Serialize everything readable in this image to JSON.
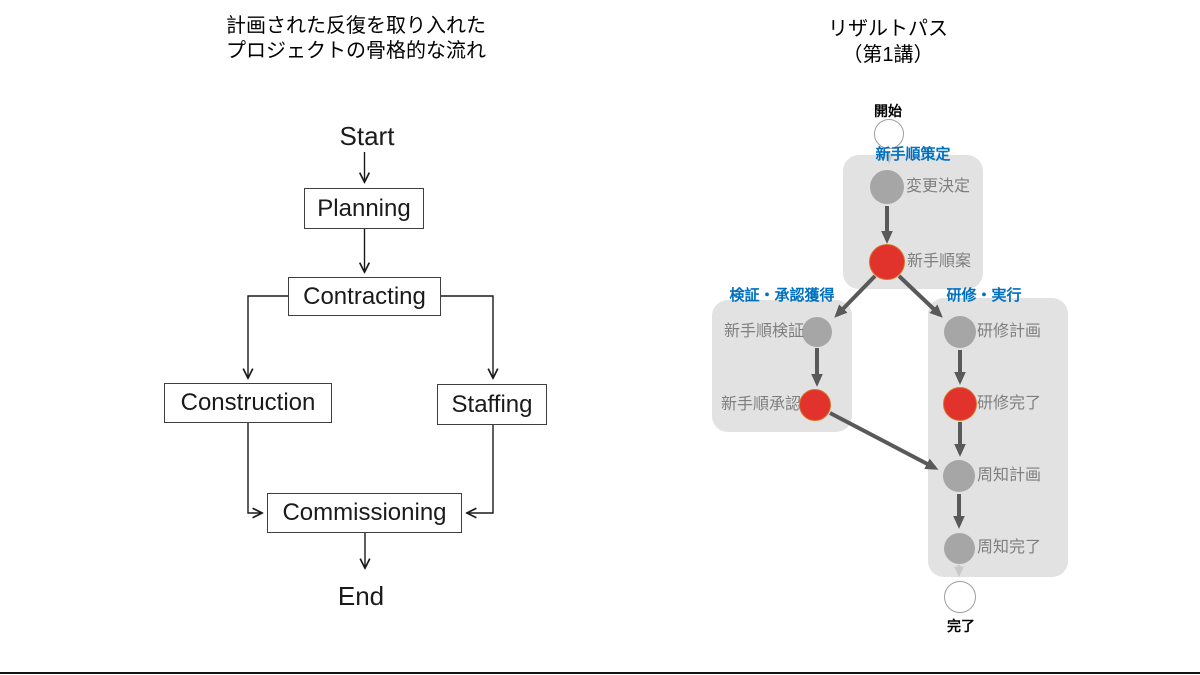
{
  "left_diagram": {
    "title_line1": "計画された反復を取り入れた",
    "title_line2": "プロジェクトの骨格的な流れ",
    "start_label": "Start",
    "end_label": "End",
    "boxes": [
      {
        "id": "planning",
        "label": "Planning"
      },
      {
        "id": "contracting",
        "label": "Contracting"
      },
      {
        "id": "construction",
        "label": "Construction"
      },
      {
        "id": "staffing",
        "label": "Staffing"
      },
      {
        "id": "commissioning",
        "label": "Commissioning"
      }
    ],
    "edges": [
      "Start→Planning",
      "Planning→Contracting",
      "Contracting→Construction",
      "Contracting→Staffing",
      "Construction→Commissioning",
      "Staffing→Commissioning",
      "Commissioning→End"
    ]
  },
  "right_diagram": {
    "title_line1": "リザルトパス",
    "title_line2": "（第1講）",
    "start_label": "開始",
    "end_label": "完了",
    "groups": [
      {
        "label": "新手順策定"
      },
      {
        "label": "検証・承認獲得"
      },
      {
        "label": "研修・実行"
      }
    ],
    "nodes": [
      {
        "label": "変更決定",
        "state": "gray"
      },
      {
        "label": "新手順案",
        "state": "red"
      },
      {
        "label": "新手順検証",
        "state": "gray"
      },
      {
        "label": "新手順承認",
        "state": "red"
      },
      {
        "label": "研修計画",
        "state": "gray"
      },
      {
        "label": "研修完了",
        "state": "red"
      },
      {
        "label": "周知計画",
        "state": "gray"
      },
      {
        "label": "周知完了",
        "state": "gray"
      }
    ],
    "colors": {
      "group_background": "#e2e2e2",
      "gray_node": "#a6a6a6",
      "red_node": "#e1322b",
      "blue_label": "#0070c0",
      "node_text": "#7f7f7f",
      "arrow_dark": "#595959",
      "arrow_light": "#c9c9c9"
    }
  }
}
